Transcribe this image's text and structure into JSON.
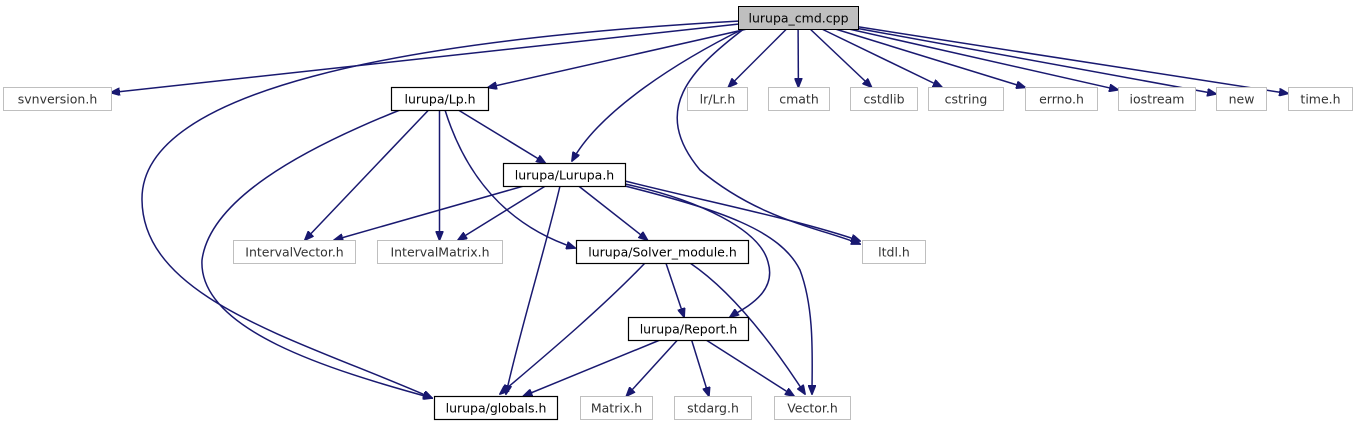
{
  "nodes": [
    {
      "id": "root",
      "label": "lurupa_cmd.cpp",
      "kind": "root"
    },
    {
      "id": "svnversion",
      "label": "svnversion.h",
      "kind": "external"
    },
    {
      "id": "lp",
      "label": "lurupa/Lp.h",
      "kind": "local"
    },
    {
      "id": "lr",
      "label": "lr/Lr.h",
      "kind": "external"
    },
    {
      "id": "cmath",
      "label": "cmath",
      "kind": "external"
    },
    {
      "id": "cstdlib",
      "label": "cstdlib",
      "kind": "external"
    },
    {
      "id": "cstring",
      "label": "cstring",
      "kind": "external"
    },
    {
      "id": "errno",
      "label": "errno.h",
      "kind": "external"
    },
    {
      "id": "iostream",
      "label": "iostream",
      "kind": "external"
    },
    {
      "id": "new",
      "label": "new",
      "kind": "external"
    },
    {
      "id": "time",
      "label": "time.h",
      "kind": "external"
    },
    {
      "id": "lurupa",
      "label": "lurupa/Lurupa.h",
      "kind": "local"
    },
    {
      "id": "ivec",
      "label": "IntervalVector.h",
      "kind": "external"
    },
    {
      "id": "imat",
      "label": "IntervalMatrix.h",
      "kind": "external"
    },
    {
      "id": "solver",
      "label": "lurupa/Solver_module.h",
      "kind": "local"
    },
    {
      "id": "ltdl",
      "label": "ltdl.h",
      "kind": "external"
    },
    {
      "id": "report",
      "label": "lurupa/Report.h",
      "kind": "local"
    },
    {
      "id": "globals",
      "label": "lurupa/globals.h",
      "kind": "local"
    },
    {
      "id": "matrix",
      "label": "Matrix.h",
      "kind": "external"
    },
    {
      "id": "stdarg",
      "label": "stdarg.h",
      "kind": "external"
    },
    {
      "id": "vector",
      "label": "Vector.h",
      "kind": "external"
    }
  ],
  "edges": [
    {
      "from": "root",
      "to": "svnversion"
    },
    {
      "from": "root",
      "to": "globals"
    },
    {
      "from": "root",
      "to": "lp"
    },
    {
      "from": "root",
      "to": "lurupa"
    },
    {
      "from": "root",
      "to": "ltdl"
    },
    {
      "from": "root",
      "to": "lr"
    },
    {
      "from": "root",
      "to": "cmath"
    },
    {
      "from": "root",
      "to": "cstdlib"
    },
    {
      "from": "root",
      "to": "cstring"
    },
    {
      "from": "root",
      "to": "errno"
    },
    {
      "from": "root",
      "to": "iostream"
    },
    {
      "from": "root",
      "to": "new"
    },
    {
      "from": "root",
      "to": "time"
    },
    {
      "from": "lp",
      "to": "lurupa"
    },
    {
      "from": "lp",
      "to": "ivec"
    },
    {
      "from": "lp",
      "to": "imat"
    },
    {
      "from": "lp",
      "to": "solver"
    },
    {
      "from": "lp",
      "to": "globals"
    },
    {
      "from": "lurupa",
      "to": "ivec"
    },
    {
      "from": "lurupa",
      "to": "imat"
    },
    {
      "from": "lurupa",
      "to": "solver"
    },
    {
      "from": "lurupa",
      "to": "ltdl"
    },
    {
      "from": "lurupa",
      "to": "report"
    },
    {
      "from": "lurupa",
      "to": "globals"
    },
    {
      "from": "lurupa",
      "to": "vector"
    },
    {
      "from": "solver",
      "to": "report"
    },
    {
      "from": "solver",
      "to": "globals"
    },
    {
      "from": "solver",
      "to": "vector"
    },
    {
      "from": "report",
      "to": "globals"
    },
    {
      "from": "report",
      "to": "matrix"
    },
    {
      "from": "report",
      "to": "stdarg"
    },
    {
      "from": "report",
      "to": "vector"
    }
  ],
  "colors": {
    "edge": "#191970",
    "local_border": "#000000",
    "external_border": "#bfbfbf",
    "root_fill": "#bfbfbf"
  }
}
